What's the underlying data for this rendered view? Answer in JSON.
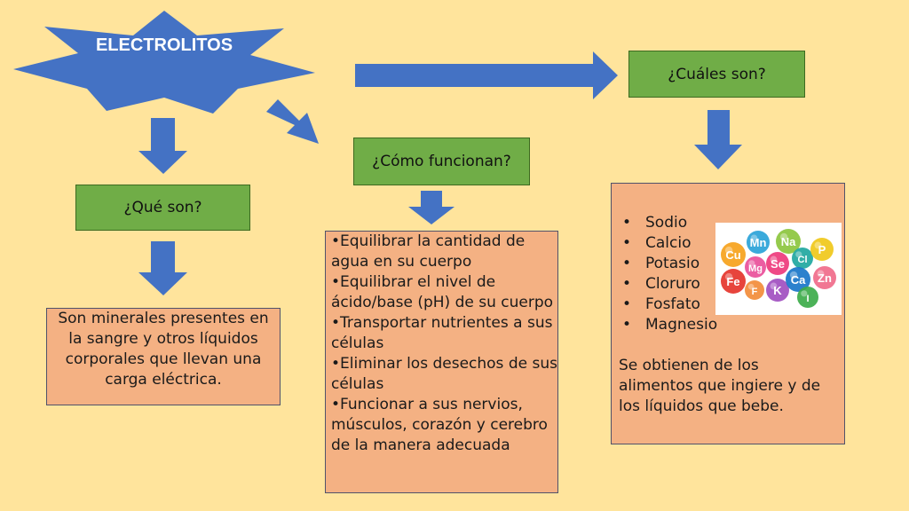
{
  "colors": {
    "background": "#ffe49c",
    "arrow_blue": "#4472c4",
    "box_green": "#70ad47",
    "box_salmon": "#f4b183"
  },
  "title": "ELECTROLITOS",
  "branches": {
    "que_son": {
      "heading": "¿Qué son?",
      "body": "Son minerales presentes en la sangre y otros líquidos corporales que llevan una carga eléctrica."
    },
    "como_funcionan": {
      "heading": "¿Cómo funcionan?",
      "items": [
        "•Equilibrar la cantidad de agua en su cuerpo",
        "•Equilibrar el nivel de ácido/base (pH) de su cuerpo",
        "•Transportar nutrientes a sus células",
        "•Eliminar los desechos de sus células",
        "•Funcionar a sus nervios, músculos, corazón y cerebro de la manera adecuada"
      ]
    },
    "cuales_son": {
      "heading": "¿Cuáles son?",
      "list": [
        "Sodio",
        "Calcio",
        "Potasio",
        "Cloruro",
        "Fosfato",
        "Magnesio"
      ],
      "note": "Se obtienen  de los alimentos que ingiere y de los líquidos que bebe."
    }
  },
  "mineral_bubbles": [
    {
      "symbol": "Mn",
      "color": "#2aa3d8"
    },
    {
      "symbol": "Na",
      "color": "#8cc63e"
    },
    {
      "symbol": "Cu",
      "color": "#f6a21c"
    },
    {
      "symbol": "Mg",
      "color": "#e94f9a"
    },
    {
      "symbol": "Se",
      "color": "#ee3a7c"
    },
    {
      "symbol": "Cl",
      "color": "#1fa7a0"
    },
    {
      "symbol": "P",
      "color": "#f0c81a"
    },
    {
      "symbol": "Fe",
      "color": "#e5342b"
    },
    {
      "symbol": "F",
      "color": "#f28c3a"
    },
    {
      "symbol": "K",
      "color": "#a14fc0"
    },
    {
      "symbol": "Ca",
      "color": "#1976c9"
    },
    {
      "symbol": "Zn",
      "color": "#f06b8a"
    },
    {
      "symbol": "I",
      "color": "#3dab4a"
    }
  ]
}
